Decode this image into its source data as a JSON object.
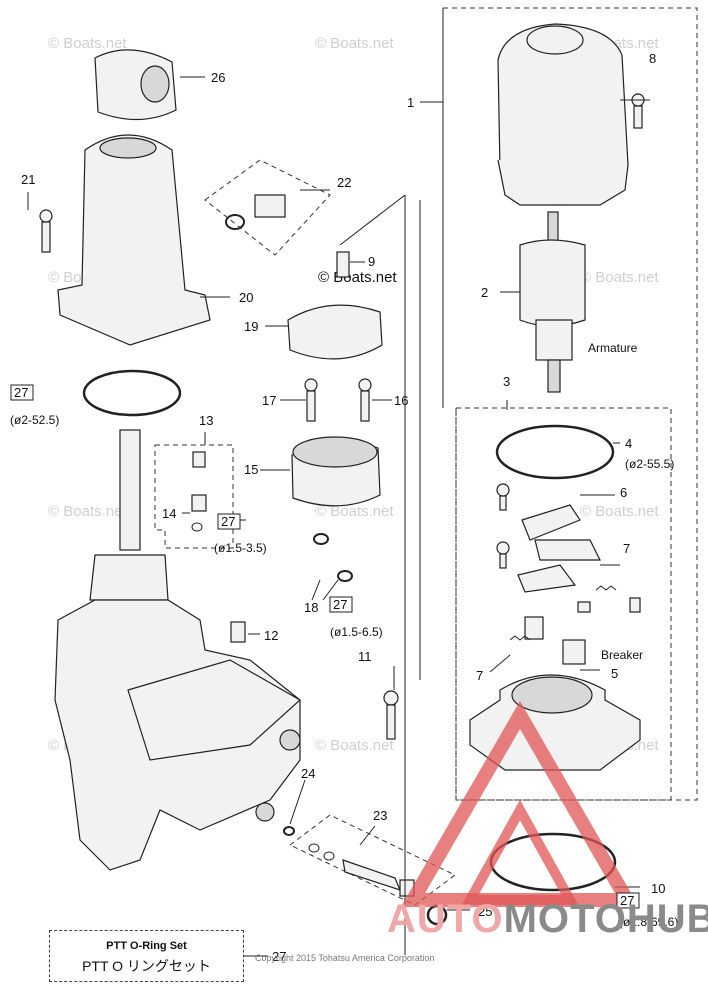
{
  "watermark": "© Boats.net",
  "watermark_overlay": "© Boats.net",
  "callouts": {
    "c1": "1",
    "c2": "2",
    "c3": "3",
    "c4": "4",
    "c5": "5",
    "c6": "6",
    "c7a": "7",
    "c7b": "7",
    "c8": "8",
    "c9": "9",
    "c10": "10",
    "c11": "11",
    "c12": "12",
    "c13": "13",
    "c14": "14",
    "c15": "15",
    "c16": "16",
    "c17": "17",
    "c18": "18",
    "c19": "19",
    "c20": "20",
    "c21": "21",
    "c22": "22",
    "c23": "23",
    "c24": "24",
    "c25": "25",
    "c26": "26",
    "c27": "27"
  },
  "ref_tags": {
    "r1": "27",
    "r2": "27",
    "r3": "27",
    "r4": "27"
  },
  "specs": {
    "s1": "(ø2-52.5)",
    "s2": "(ø1.5-3.5)",
    "s3": "(ø1.5-6.5)",
    "s4": "(ø2-55.5)",
    "s5": "(ø1.8-69.6)"
  },
  "labels": {
    "armature": "Armature",
    "breaker": "Breaker"
  },
  "legend_box": {
    "line1": "PTT O-Ring Set",
    "line2": "PTT O リングセット"
  },
  "copyright": "Copyright 2015 Tohatsu America Corporation",
  "logo": {
    "part_a": "AUTO",
    "part_b": "MOTOHUB"
  },
  "colors": {
    "logo_red": "#e05555",
    "logo_gray": "#8a8a8a"
  }
}
